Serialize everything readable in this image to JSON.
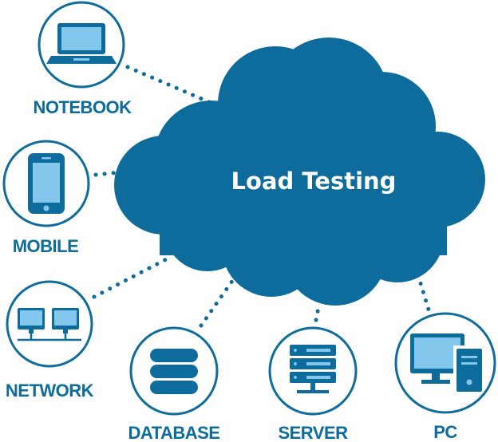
{
  "cloud": {
    "title": "Load Testing"
  },
  "nodes": {
    "notebook": {
      "label": "NOTEBOOK",
      "icon": "laptop-icon"
    },
    "mobile": {
      "label": "MOBILE",
      "icon": "smartphone-icon"
    },
    "network": {
      "label": "NETWORK",
      "icon": "network-computers-icon"
    },
    "database": {
      "label": "DATABASE",
      "icon": "database-icon"
    },
    "server": {
      "label": "SERVER",
      "icon": "server-rack-icon"
    },
    "pc": {
      "label": "PC",
      "icon": "desktop-computer-icon"
    }
  },
  "colors": {
    "primary": "#0d6c9c",
    "screen": "#84c7ec",
    "background": "#ffffff"
  }
}
